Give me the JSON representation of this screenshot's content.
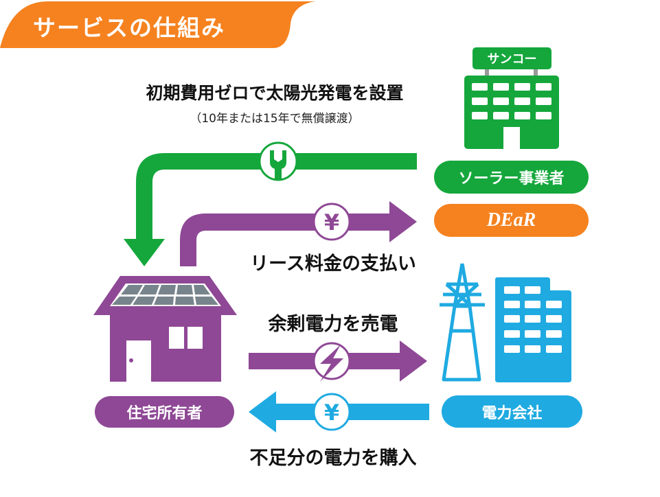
{
  "header": {
    "title": "サービスの仕組み"
  },
  "top_caption": {
    "title": "初期費用ゼロで太陽光発電を設置",
    "subtitle": "（10年または15年で無償譲渡）"
  },
  "solar_company": {
    "sign": "サンコー",
    "label": "ソーラー事業者",
    "brand": "DEaR"
  },
  "homeowner": {
    "label": "住宅所有者"
  },
  "power_company": {
    "label": "電力会社"
  },
  "flows": {
    "lease_payment": "リース料金の支払い",
    "sell_surplus": "余剰電力を売電",
    "buy_shortfall": "不足分の電力を購入"
  },
  "icons": {
    "wrench": "wrench-icon",
    "yen": "¥",
    "lightning": "lightning-icon"
  },
  "colors": {
    "orange": "#F5821F",
    "green": "#15A73C",
    "purple": "#8E4895",
    "blue": "#1FAAE1",
    "panel": "#78848C"
  }
}
